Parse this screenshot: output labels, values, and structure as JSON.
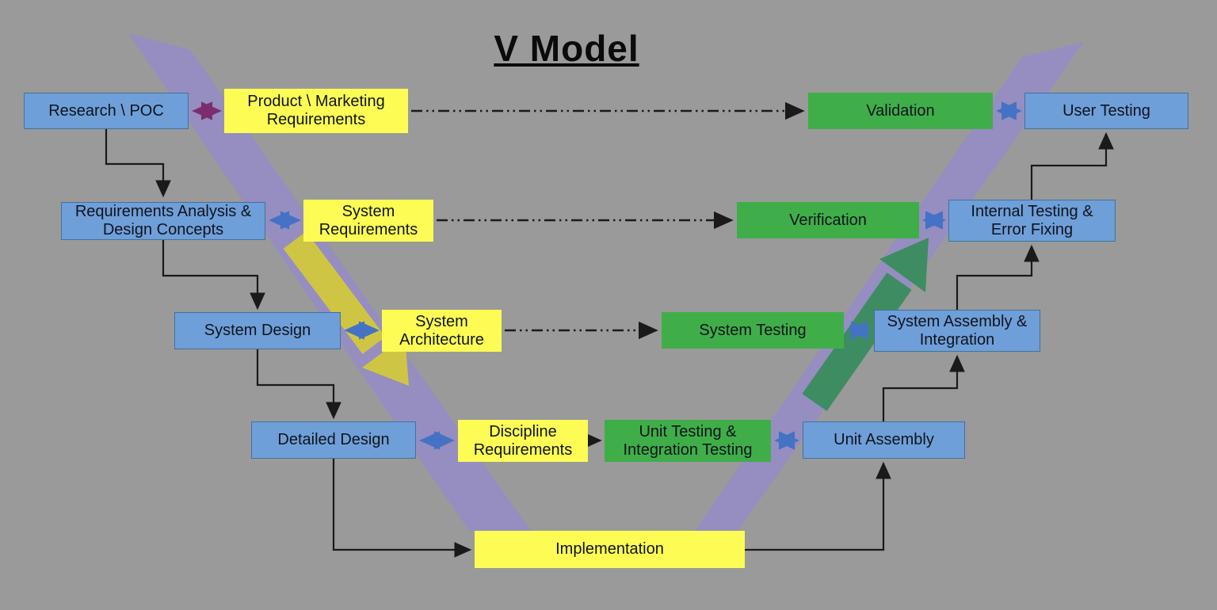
{
  "title": "V Model",
  "colors": {
    "bg": "#9a9a9a",
    "box_blue": "#6f9fd9",
    "box_blue_border": "#41719c",
    "box_yellow": "#fcfc54",
    "box_green": "#3fae49",
    "v_band": "#968cc5",
    "yellow_arrow": "#cfc545",
    "green_arrow": "#3e8d62",
    "connector": "#1a1a1a",
    "arrow_blue": "#4472c4",
    "arrow_purple": "#7b2e6e",
    "text": "#10131c"
  },
  "nodes": [
    {
      "id": "research-poc",
      "label": "Research \\ POC"
    },
    {
      "id": "product-marketing-reqs",
      "label": "Product \\ Marketing Requirements"
    },
    {
      "id": "validation",
      "label": "Validation"
    },
    {
      "id": "user-testing",
      "label": "User Testing"
    },
    {
      "id": "requirements-analysis",
      "label": "Requirements Analysis & Design Concepts"
    },
    {
      "id": "system-requirements",
      "label": "System Requirements"
    },
    {
      "id": "verification",
      "label": "Verification"
    },
    {
      "id": "internal-testing",
      "label": "Internal Testing & Error Fixing"
    },
    {
      "id": "system-design",
      "label": "System Design"
    },
    {
      "id": "system-architecture",
      "label": "System Architecture"
    },
    {
      "id": "system-testing",
      "label": "System Testing"
    },
    {
      "id": "system-assembly",
      "label": "System Assembly & Integration"
    },
    {
      "id": "detailed-design",
      "label": "Detailed Design"
    },
    {
      "id": "discipline-requirements",
      "label": "Discipline Requirements"
    },
    {
      "id": "unit-testing",
      "label": "Unit Testing & Integration Testing"
    },
    {
      "id": "unit-assembly",
      "label": "Unit Assembly"
    },
    {
      "id": "implementation",
      "label": "Implementation"
    }
  ]
}
